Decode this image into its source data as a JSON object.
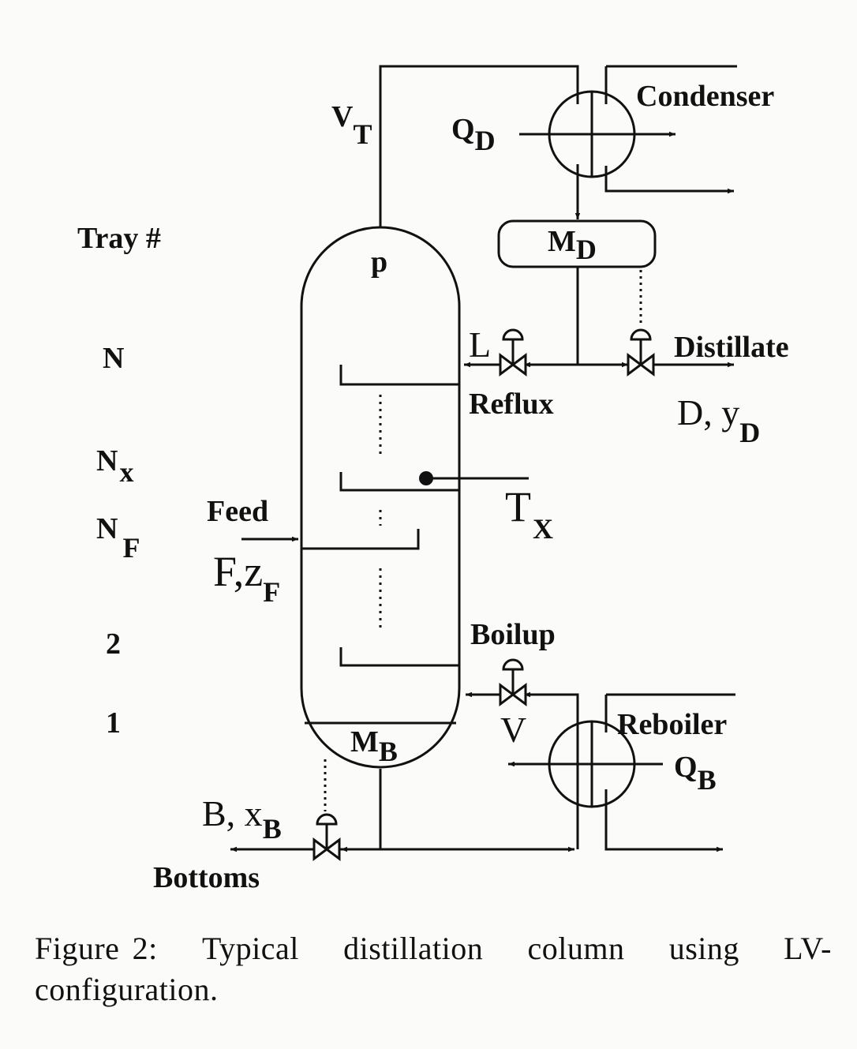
{
  "labels": {
    "tray_header": "Tray #",
    "tray_n": "N",
    "tray_nx_main": "N",
    "tray_nx_sub": "x",
    "tray_nf_main": "N",
    "tray_nf_sub": "F",
    "tray_2": "2",
    "tray_1": "1",
    "vt_main": "V",
    "vt_sub": "T",
    "qd_main": "Q",
    "qd_sub": "D",
    "condenser": "Condenser",
    "md_main": "M",
    "md_sub": "D",
    "pressure": "p",
    "reflux_L": "L",
    "distillate": "Distillate",
    "reflux": "Reflux",
    "d_main": "D, y",
    "d_sub": "D",
    "tx_main": "T",
    "tx_sub": "X",
    "feed": "Feed",
    "fz_main": "F,z",
    "fz_sub": "F",
    "boilup": "Boilup",
    "v": "V",
    "reboiler": "Reboiler",
    "mb_main": "M",
    "mb_sub": "B",
    "qb_main": "Q",
    "qb_sub": "B",
    "b_main": "B, x",
    "b_sub": "B",
    "bottoms": "Bottoms"
  },
  "caption": {
    "words": [
      "Figure",
      "2:",
      "Typical",
      "distillation",
      "column",
      "using",
      "LV-"
    ],
    "line2": "configuration."
  }
}
